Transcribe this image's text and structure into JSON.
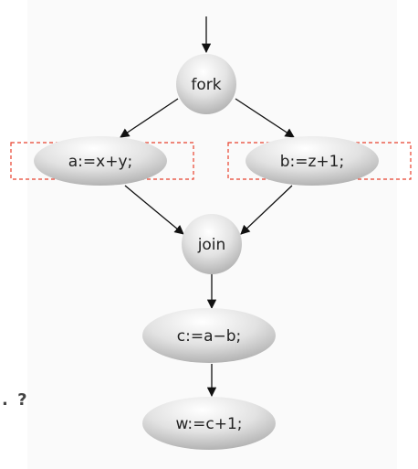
{
  "diagram": {
    "nodes": {
      "fork": "fork",
      "assign_a": "a:=x+y;",
      "assign_b": "b:=z+1;",
      "join": "join",
      "assign_c": "c:=a−b;",
      "assign_w": "w:=c+1;"
    },
    "side_mark": ". ?",
    "colors": {
      "highlight": "#e8412d",
      "node_light": "#ffffff",
      "node_dark": "#b9b9b9",
      "edge": "#111111"
    }
  }
}
